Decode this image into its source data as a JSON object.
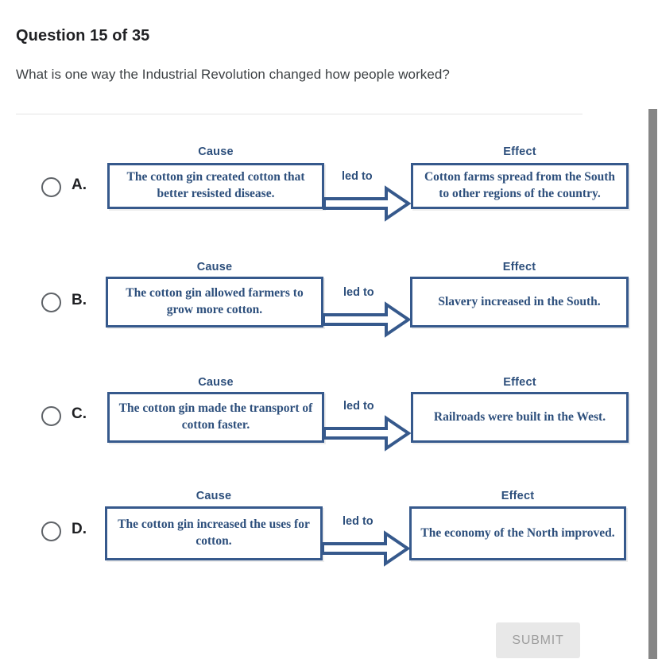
{
  "header": {
    "question_number": "Question 15 of 35",
    "question_text": "What is one way the Industrial Revolution changed how people worked?"
  },
  "diagram_labels": {
    "cause": "Cause",
    "effect": "Effect",
    "connector": "led to"
  },
  "options": [
    {
      "letter": "A.",
      "selected": false,
      "cause_label": "Cause",
      "effect_label": "Effect",
      "connector": "led to",
      "cause": "The cotton gin created cotton that better resisted disease.",
      "effect": "Cotton farms spread from the South to other regions of the country."
    },
    {
      "letter": "B.",
      "selected": false,
      "cause_label": "Cause",
      "effect_label": "Effect",
      "connector": "led to",
      "cause": "The cotton gin allowed farmers to grow more cotton.",
      "effect": "Slavery increased in the South."
    },
    {
      "letter": "C.",
      "selected": false,
      "cause_label": "Cause",
      "effect_label": "Effect",
      "connector": "led to",
      "cause": "The cotton gin made the transport of cotton faster.",
      "effect": "Railroads were built in the West."
    },
    {
      "letter": "D.",
      "selected": false,
      "cause_label": "Cause",
      "effect_label": "Effect",
      "connector": "led to",
      "cause": "The cotton gin increased the uses for cotton.",
      "effect": "The economy of the North improved."
    }
  ],
  "footer": {
    "submit_label": "SUBMIT"
  },
  "colors": {
    "diagram_border": "#36598c",
    "diagram_text": "#2d4f7c",
    "heading_text": "#202124",
    "body_text": "#3c4043",
    "submit_bg": "#e8e8e8",
    "submit_text": "#9e9e9e",
    "scrollbar_thumb": "#868686",
    "divider": "#e4e4e4"
  }
}
